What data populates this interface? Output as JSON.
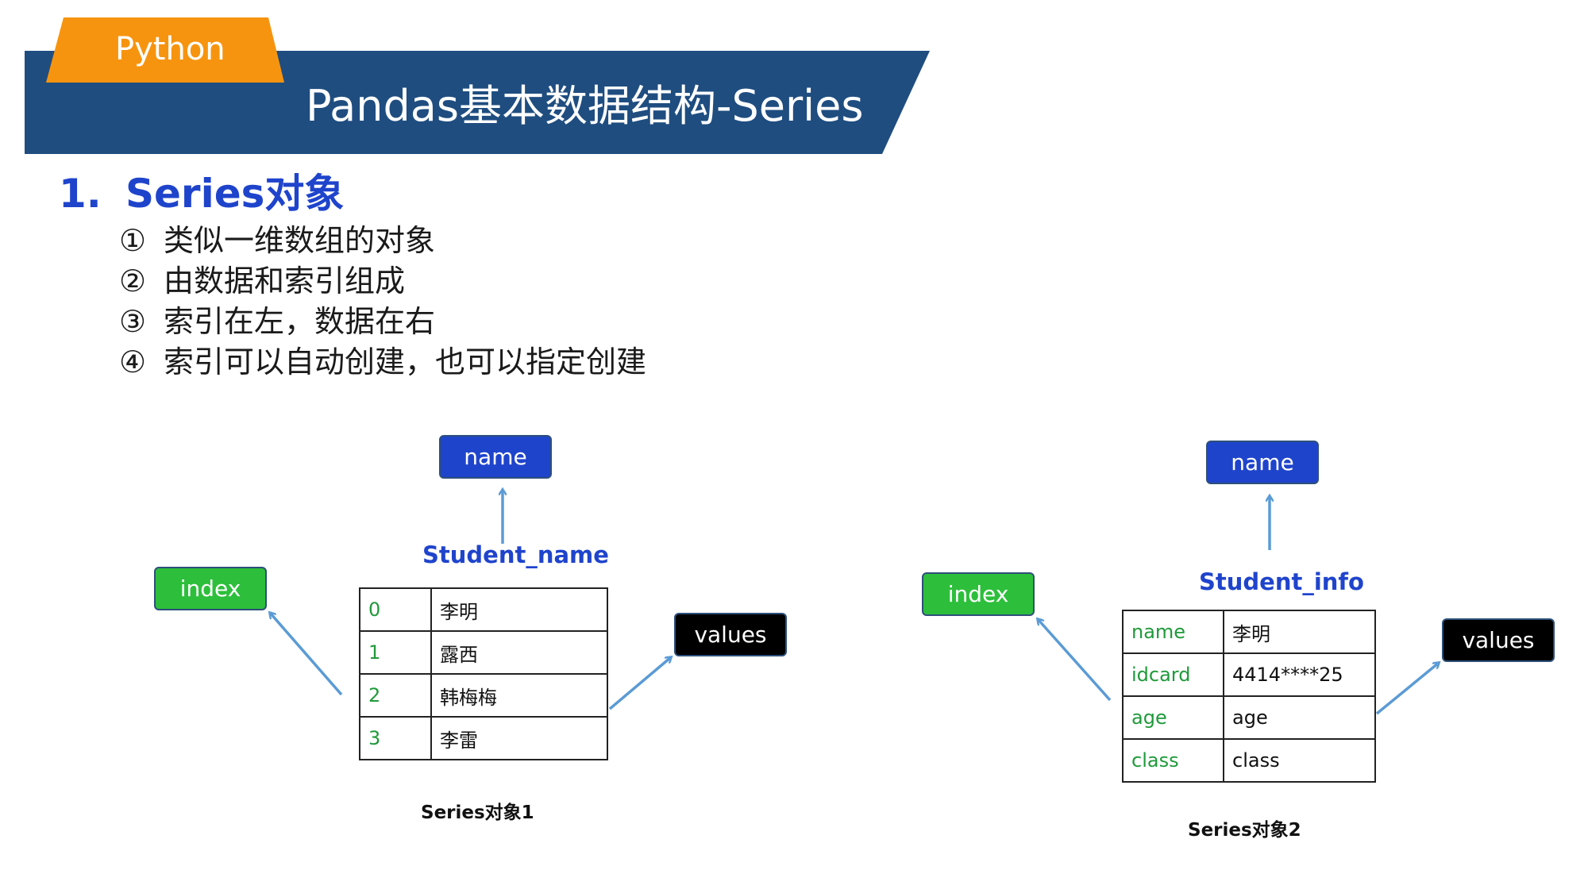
{
  "header": {
    "tab_label": "Python",
    "title": "Pandas基本数据结构-Series",
    "colors": {
      "banner": "#1f4d80",
      "tab": "#f7940f"
    }
  },
  "section": {
    "number": "1.",
    "title": "Series对象"
  },
  "bullets": [
    {
      "mark": "①",
      "text": "类似一维数组的对象"
    },
    {
      "mark": "②",
      "text": "由数据和索引组成"
    },
    {
      "mark": "③",
      "text": "索引在左，数据在右"
    },
    {
      "mark": "④",
      "text": "索引可以自动创建，也可以指定创建"
    }
  ],
  "diagram1": {
    "name_label": "name",
    "index_label": "index",
    "values_label": "values",
    "series_name": "Student_name",
    "rows": [
      {
        "index": "0",
        "value": "李明"
      },
      {
        "index": "1",
        "value": "露西"
      },
      {
        "index": "2",
        "value": "韩梅梅"
      },
      {
        "index": "3",
        "value": "李雷"
      }
    ],
    "caption": "Series对象1"
  },
  "diagram2": {
    "name_label": "name",
    "index_label": "index",
    "values_label": "values",
    "series_name": "Student_info",
    "rows": [
      {
        "index": "name",
        "value": "李明"
      },
      {
        "index": "idcard",
        "value": "4414****25"
      },
      {
        "index": "age",
        "value": "age"
      },
      {
        "index": "class",
        "value": "class"
      }
    ],
    "caption": "Series对象2"
  },
  "colors": {
    "accent_blue": "#1f44cc",
    "index_green": "#2dbf3b",
    "index_text_green": "#1f9a3a",
    "arrow": "#5b9bd5"
  }
}
